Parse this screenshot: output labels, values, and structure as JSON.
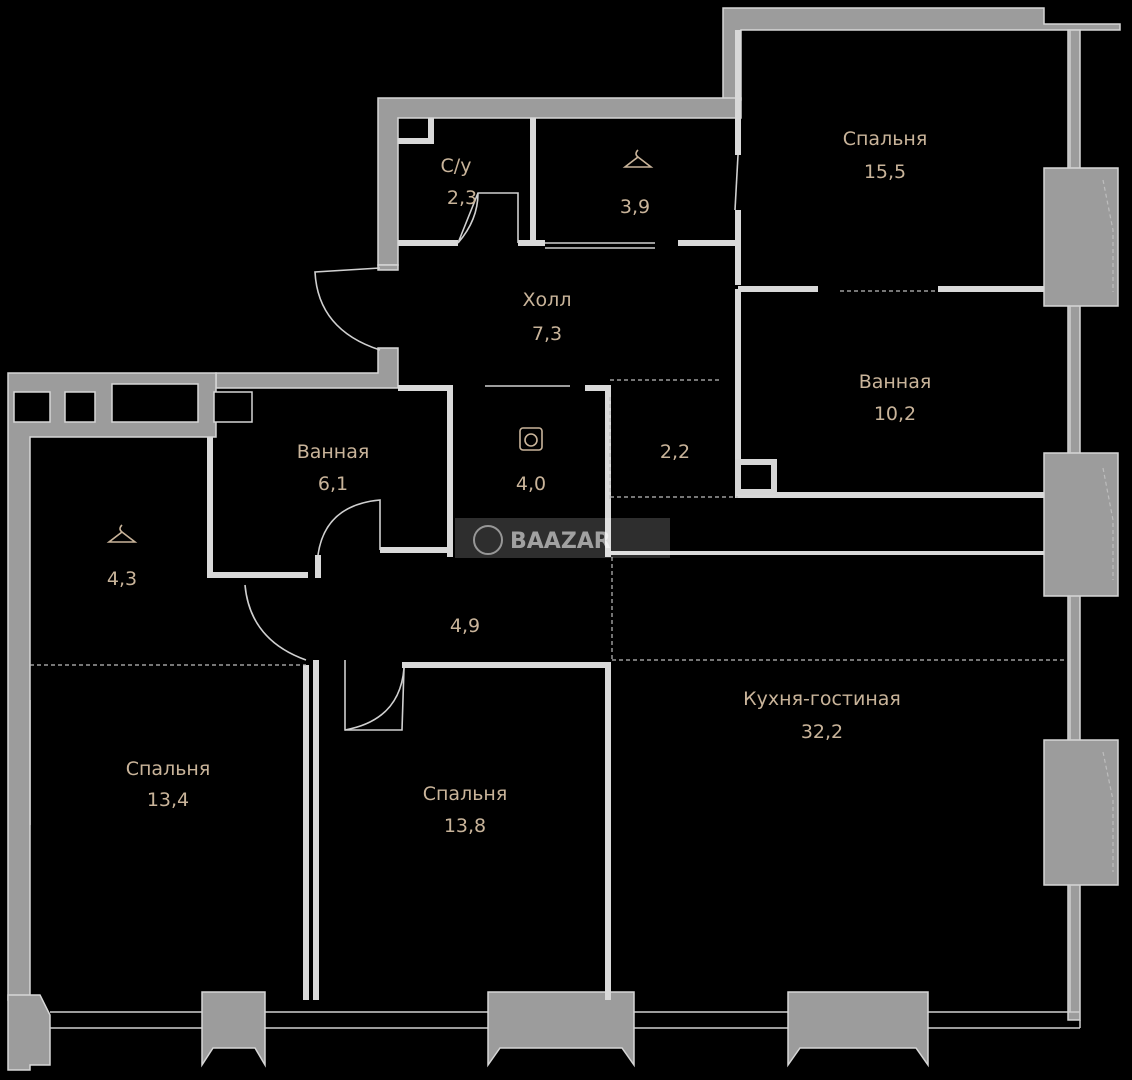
{
  "rooms": [
    {
      "id": "bedroom-top-right",
      "label": "Спальня",
      "area": "15,5"
    },
    {
      "id": "bathroom-right",
      "label": "Ванная",
      "area": "10,2"
    },
    {
      "id": "wc",
      "label": "С/у",
      "area": "2,3"
    },
    {
      "id": "closet-top",
      "label": "",
      "area": "3,9"
    },
    {
      "id": "hall",
      "label": "Холл",
      "area": "7,3"
    },
    {
      "id": "bathroom-middle",
      "label": "Ванная",
      "area": "6,1"
    },
    {
      "id": "laundry",
      "label": "",
      "area": "4,0"
    },
    {
      "id": "storage",
      "label": "",
      "area": "2,2"
    },
    {
      "id": "closet-left",
      "label": "",
      "area": "4,3"
    },
    {
      "id": "corridor",
      "label": "",
      "area": "4,9"
    },
    {
      "id": "bedroom-left",
      "label": "Спальня",
      "area": "13,4"
    },
    {
      "id": "bedroom-center",
      "label": "Спальня",
      "area": "13,8"
    },
    {
      "id": "kitchen-living",
      "label": "Кухня-гостиная",
      "area": "32,2"
    }
  ],
  "watermark": {
    "text": "BAAZAR"
  },
  "colors": {
    "background": "#000000",
    "wall": "#9c9c9c",
    "label": "#c9b49a"
  }
}
